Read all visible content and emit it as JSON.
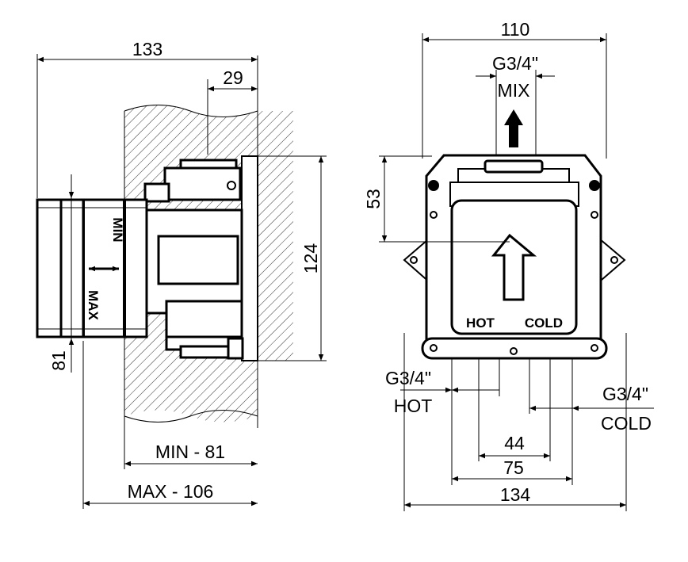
{
  "side_view": {
    "overall_depth": "133",
    "flange_depth": "29",
    "height": "124",
    "cap_height": "81",
    "min_depth": "MIN - 81",
    "max_depth": "MAX - 106",
    "min_mark": "MIN",
    "max_mark": "MAX"
  },
  "front_view": {
    "width": "110",
    "mix_thread": "G3/4\"",
    "mix_label": "MIX",
    "offset": "53",
    "plate_hot": "HOT",
    "plate_cold": "COLD",
    "hot_thread": "G3/4\"",
    "hot_label": "HOT",
    "cold_thread": "G3/4\"",
    "cold_label": "COLD",
    "inner_spacing": "44",
    "outer_spacing": "75",
    "overall_width": "134"
  }
}
